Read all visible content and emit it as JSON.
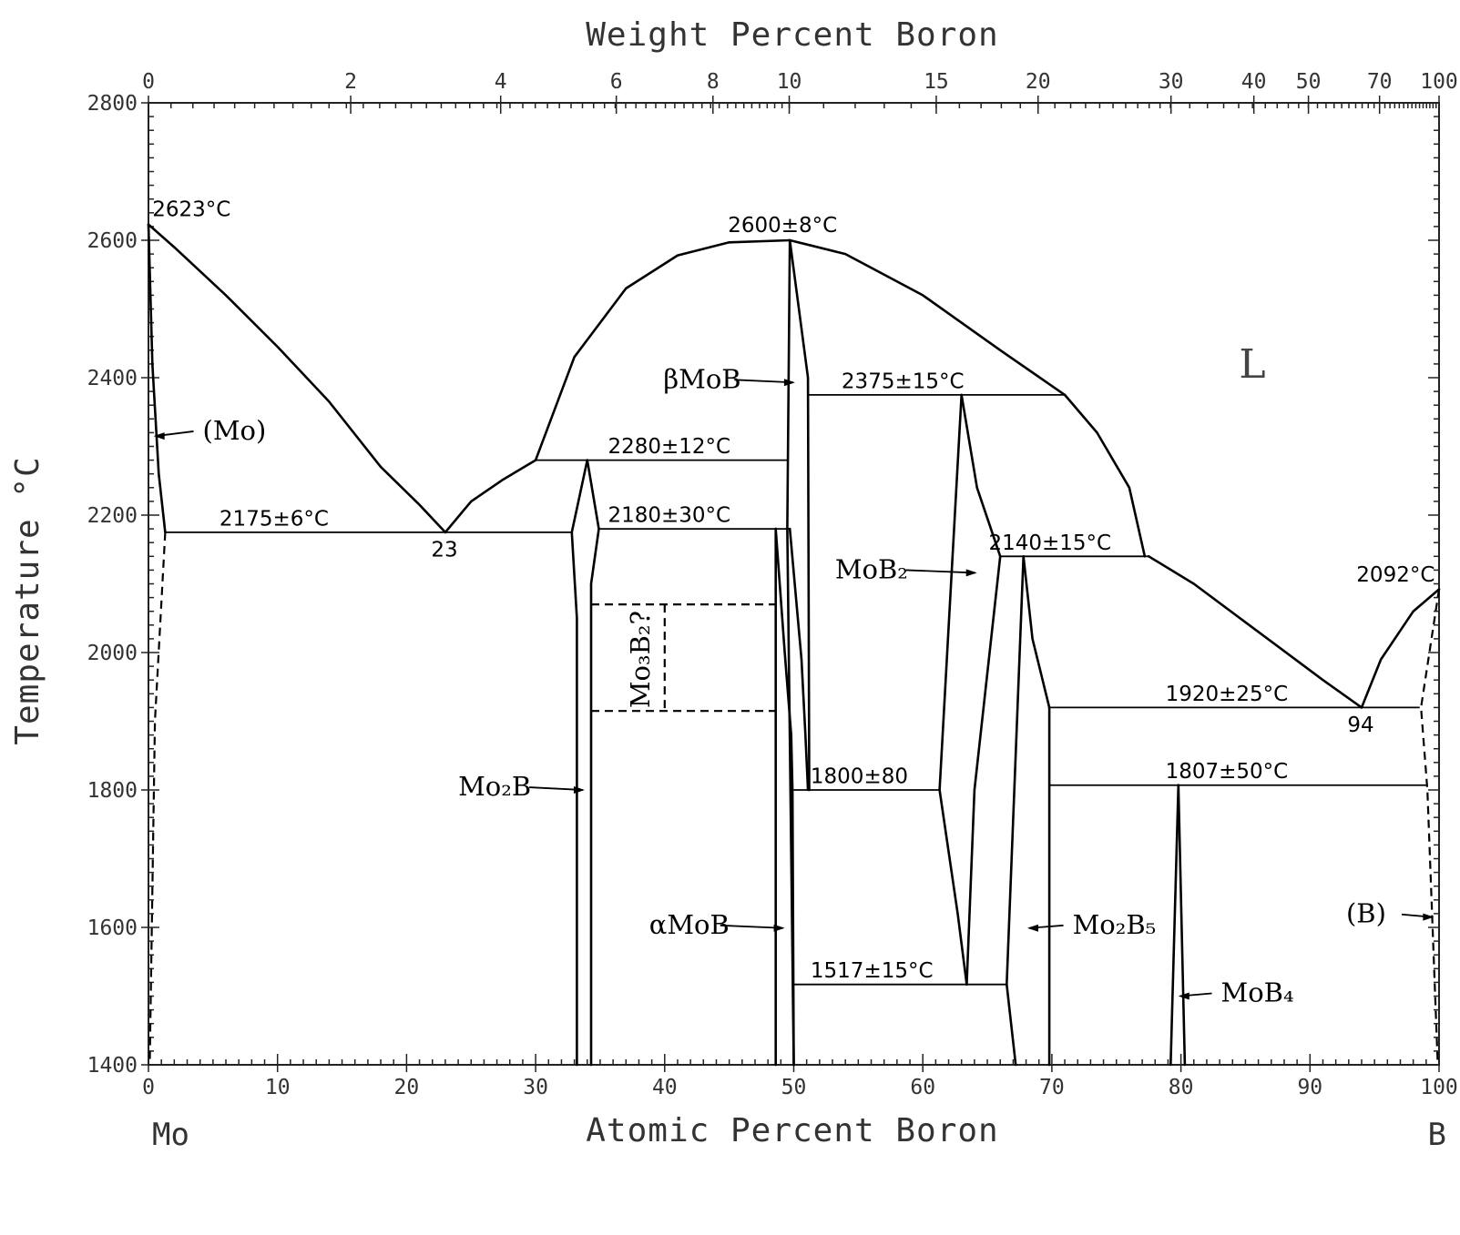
{
  "chart_data": {
    "type": "line",
    "title": "",
    "xlabel": "Atomic Percent Boron",
    "x2label": "Weight Percent Boron",
    "ylabel": "Temperature °C",
    "xlim": [
      0,
      100
    ],
    "ylim": [
      1400,
      2800
    ],
    "grid": false,
    "x_ticks": [
      0,
      10,
      20,
      30,
      40,
      50,
      60,
      70,
      80,
      90,
      100
    ],
    "y_ticks": [
      1400,
      1600,
      1800,
      2000,
      2200,
      2400,
      2600,
      2800
    ],
    "x2_ticks": [
      {
        "label": "0",
        "at": 0
      },
      {
        "label": "2",
        "at": 15.67
      },
      {
        "label": "4",
        "at": 27.29
      },
      {
        "label": "6",
        "at": 36.25
      },
      {
        "label": "8",
        "at": 43.74
      },
      {
        "label": "10",
        "at": 49.65
      },
      {
        "label": "15",
        "at": 61.04
      },
      {
        "label": "20",
        "at": 68.93
      },
      {
        "label": "30",
        "at": 79.23
      },
      {
        "label": "40",
        "at": 85.65
      },
      {
        "label": "50",
        "at": 89.88
      },
      {
        "label": "70",
        "at": 95.39
      },
      {
        "label": "100",
        "at": 100
      }
    ],
    "end_labels": {
      "left": "Mo",
      "right": "B"
    },
    "series": [
      {
        "points": [
          [
            0,
            2623
          ],
          [
            2,
            2590
          ],
          [
            6,
            2520
          ],
          [
            10,
            2445
          ],
          [
            14,
            2365
          ],
          [
            18,
            2270
          ],
          [
            21,
            2215
          ],
          [
            23,
            2175
          ]
        ]
      },
      {
        "points": [
          [
            23,
            2175
          ],
          [
            25,
            2220
          ],
          [
            27.5,
            2252
          ],
          [
            30,
            2280
          ]
        ]
      },
      {
        "points": [
          [
            30,
            2280
          ],
          [
            33,
            2430
          ],
          [
            37,
            2530
          ],
          [
            41,
            2578
          ],
          [
            45,
            2597
          ],
          [
            49.7,
            2600
          ]
        ]
      },
      {
        "points": [
          [
            49.7,
            2600
          ],
          [
            54,
            2580
          ],
          [
            60,
            2520
          ],
          [
            66,
            2440
          ],
          [
            71,
            2375
          ]
        ]
      },
      {
        "points": [
          [
            71,
            2375
          ],
          [
            73.5,
            2320
          ],
          [
            76,
            2240
          ],
          [
            77.2,
            2140
          ]
        ]
      },
      {
        "points": [
          [
            77.5,
            2140
          ],
          [
            81,
            2100
          ],
          [
            86,
            2030
          ],
          [
            91,
            1960
          ],
          [
            94,
            1920
          ]
        ]
      },
      {
        "points": [
          [
            94,
            1920
          ],
          [
            95.5,
            1990
          ],
          [
            98,
            2060
          ],
          [
            100,
            2092
          ]
        ]
      },
      {
        "points": [
          [
            0,
            2623
          ],
          [
            0.3,
            2420
          ],
          [
            0.8,
            2260
          ],
          [
            1.3,
            2175
          ]
        ]
      },
      {
        "points": [
          [
            32.8,
            2175
          ],
          [
            33.2,
            2050
          ],
          [
            33.2,
            1400
          ]
        ]
      },
      {
        "points": [
          [
            34.0,
            2280
          ],
          [
            32.8,
            2175
          ]
        ]
      },
      {
        "points": [
          [
            34.0,
            2280
          ],
          [
            34.9,
            2180
          ],
          [
            34.3,
            2100
          ],
          [
            34.3,
            1400
          ]
        ]
      },
      {
        "points": [
          [
            49.7,
            2600
          ],
          [
            49.5,
            2180
          ],
          [
            50.0,
            1400
          ]
        ]
      },
      {
        "points": [
          [
            48.6,
            2180
          ],
          [
            48.6,
            1400
          ]
        ]
      },
      {
        "points": [
          [
            48.6,
            2180
          ],
          [
            49.3,
            2000
          ],
          [
            49.8,
            1880
          ],
          [
            49.9,
            1800
          ],
          [
            50.0,
            1400
          ]
        ]
      },
      {
        "points": [
          [
            49.7,
            2600
          ],
          [
            51.1,
            2400
          ],
          [
            51.2,
            1800
          ]
        ]
      },
      {
        "points": [
          [
            49.7,
            2180
          ],
          [
            50.6,
            1990
          ],
          [
            50.9,
            1880
          ],
          [
            51.1,
            1800
          ]
        ]
      },
      {
        "points": [
          [
            63.0,
            2375
          ],
          [
            61.3,
            1800
          ]
        ]
      },
      {
        "points": [
          [
            63.0,
            2375
          ],
          [
            64.2,
            2240
          ],
          [
            66.0,
            2140
          ]
        ]
      },
      {
        "points": [
          [
            66.0,
            2140
          ],
          [
            64.0,
            1800
          ],
          [
            63.4,
            1517
          ]
        ]
      },
      {
        "points": [
          [
            61.3,
            1800
          ],
          [
            62.7,
            1620
          ],
          [
            63.4,
            1517
          ]
        ]
      },
      {
        "points": [
          [
            67.8,
            2140
          ],
          [
            66.5,
            1517
          ],
          [
            67.2,
            1400
          ]
        ]
      },
      {
        "points": [
          [
            67.8,
            2140
          ],
          [
            68.5,
            2020
          ],
          [
            69.8,
            1920
          ]
        ]
      },
      {
        "points": [
          [
            69.8,
            1920
          ],
          [
            69.8,
            1400
          ]
        ]
      },
      {
        "points": [
          [
            79.8,
            1807
          ],
          [
            79.2,
            1400
          ]
        ]
      },
      {
        "points": [
          [
            79.8,
            1807
          ],
          [
            80.3,
            1400
          ]
        ]
      }
    ],
    "horizontals": [
      {
        "y": 2175,
        "x1": 1.3,
        "x2": 32.8
      },
      {
        "y": 2280,
        "x1": 30,
        "x2": 49.5
      },
      {
        "y": 2180,
        "x1": 34.9,
        "x2": 49.7
      },
      {
        "y": 2375,
        "x1": 51.1,
        "x2": 71
      },
      {
        "y": 2140,
        "x1": 66.0,
        "x2": 77.5
      },
      {
        "y": 1800,
        "x1": 50.0,
        "x2": 61.3
      },
      {
        "y": 1517,
        "x1": 50.0,
        "x2": 66.5
      },
      {
        "y": 1920,
        "x1": 69.8,
        "x2": 98.5
      },
      {
        "y": 1807,
        "x1": 69.8,
        "x2": 99.0
      }
    ],
    "dashed": [
      {
        "points": [
          [
            1.3,
            2175
          ],
          [
            0.5,
            1900
          ],
          [
            0.1,
            1400
          ]
        ]
      },
      {
        "points": [
          [
            100,
            2092
          ],
          [
            98.6,
            1920
          ],
          [
            99.1,
            1800
          ],
          [
            99.9,
            1400
          ]
        ]
      },
      {
        "points": [
          [
            34.3,
            2070
          ],
          [
            48.6,
            2070
          ]
        ]
      },
      {
        "points": [
          [
            34.3,
            1915
          ],
          [
            48.6,
            1915
          ]
        ]
      },
      {
        "points": [
          [
            40.0,
            2070
          ],
          [
            40.0,
            1915
          ]
        ]
      }
    ],
    "temperature_labels": [
      {
        "text": "2623°C",
        "x": 0.3,
        "y": 2635
      },
      {
        "text": "2600±8°C",
        "x": 44.9,
        "y": 2612
      },
      {
        "text": "2280±12°C",
        "x": 35.6,
        "y": 2290
      },
      {
        "text": "2180±30°C",
        "x": 35.6,
        "y": 2190
      },
      {
        "text": "2175±6°C",
        "x": 5.5,
        "y": 2185
      },
      {
        "text": "23",
        "x": 21.9,
        "y": 2140
      },
      {
        "text": "2375±15°C",
        "x": 53.7,
        "y": 2385
      },
      {
        "text": "2140±15°C",
        "x": 65.1,
        "y": 2150
      },
      {
        "text": "2092°C",
        "x": 93.6,
        "y": 2103
      },
      {
        "text": "1920±25°C",
        "x": 78.8,
        "y": 1930
      },
      {
        "text": "94",
        "x": 92.9,
        "y": 1885
      },
      {
        "text": "1807±50°C",
        "x": 78.8,
        "y": 1817
      },
      {
        "text": "1800±80",
        "x": 51.3,
        "y": 1810
      },
      {
        "text": "1517±15°C",
        "x": 51.3,
        "y": 1527
      }
    ],
    "phase_labels": [
      {
        "text": "L",
        "x": 84.5,
        "y": 2400,
        "big": true
      },
      {
        "text": "(Mo)",
        "x": 4.2,
        "y": 2310,
        "arrow_to": [
          0.4,
          2315
        ]
      },
      {
        "text": "βMoB",
        "x": 39.9,
        "y": 2385,
        "arrow_to": [
          50.1,
          2393
        ]
      },
      {
        "text": "MoB₂",
        "x": 53.2,
        "y": 2108,
        "arrow_to": [
          64.2,
          2116
        ]
      },
      {
        "text": "Mo₂B",
        "x": 24.0,
        "y": 1792,
        "arrow_to": [
          33.8,
          1800
        ]
      },
      {
        "text": "αMoB",
        "x": 38.8,
        "y": 1591,
        "arrow_to": [
          49.3,
          1599
        ]
      },
      {
        "text": "Mo₂B₅",
        "x": 71.6,
        "y": 1591,
        "arrow_to": [
          68.1,
          1599
        ]
      },
      {
        "text": "MoB₄",
        "x": 83.1,
        "y": 1492,
        "arrow_to": [
          79.8,
          1500
        ]
      },
      {
        "text": "(B)",
        "x": 92.8,
        "y": 1607,
        "arrow_to": [
          99.6,
          1615
        ]
      },
      {
        "text": "Mo₃B₂?",
        "x": 38.8,
        "y": 1990,
        "vertical": true
      }
    ]
  }
}
